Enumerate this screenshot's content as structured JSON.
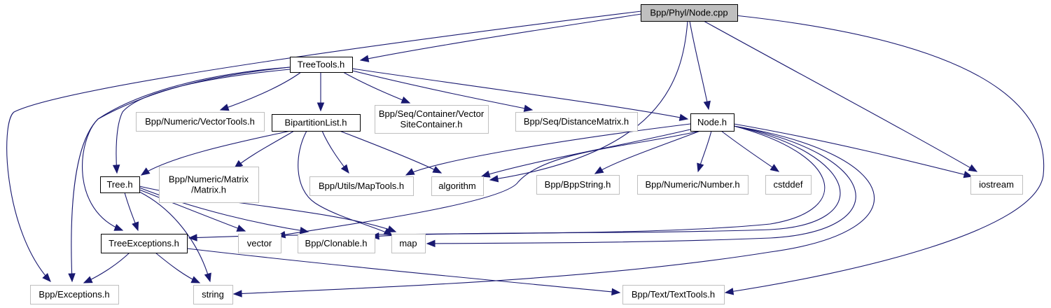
{
  "graph": {
    "title": "Bpp/Phyl/Node.cpp",
    "colors": {
      "edge": "#191970",
      "main_fill": "#bfbfbf",
      "project_border": "#000000",
      "external_border": "#bfbfbf"
    },
    "nodes": [
      {
        "id": "node_cpp",
        "kind": "main",
        "lines": [
          "Bpp/Phyl/Node.cpp"
        ]
      },
      {
        "id": "treetools",
        "kind": "project",
        "lines": [
          "TreeTools.h"
        ]
      },
      {
        "id": "vectortools",
        "kind": "external",
        "lines": [
          "Bpp/Numeric/VectorTools.h"
        ]
      },
      {
        "id": "bipartition",
        "kind": "project",
        "lines": [
          "BipartitionList.h"
        ]
      },
      {
        "id": "vsc",
        "kind": "external",
        "lines": [
          "Bpp/Seq/Container/Vector",
          "SiteContainer.h"
        ]
      },
      {
        "id": "distmatrix",
        "kind": "external",
        "lines": [
          "Bpp/Seq/DistanceMatrix.h"
        ]
      },
      {
        "id": "node_h",
        "kind": "project",
        "lines": [
          "Node.h"
        ]
      },
      {
        "id": "tree_h",
        "kind": "project",
        "lines": [
          "Tree.h"
        ]
      },
      {
        "id": "matrix",
        "kind": "external",
        "lines": [
          "Bpp/Numeric/Matrix",
          "/Matrix.h"
        ]
      },
      {
        "id": "maptools",
        "kind": "external",
        "lines": [
          "Bpp/Utils/MapTools.h"
        ]
      },
      {
        "id": "algorithm",
        "kind": "external",
        "lines": [
          "algorithm"
        ]
      },
      {
        "id": "bppstring",
        "kind": "external",
        "lines": [
          "Bpp/BppString.h"
        ]
      },
      {
        "id": "number",
        "kind": "external",
        "lines": [
          "Bpp/Numeric/Number.h"
        ]
      },
      {
        "id": "cstddef",
        "kind": "external",
        "lines": [
          "cstddef"
        ]
      },
      {
        "id": "iostream",
        "kind": "external",
        "lines": [
          "iostream"
        ]
      },
      {
        "id": "treeexc",
        "kind": "project",
        "lines": [
          "TreeExceptions.h"
        ]
      },
      {
        "id": "vector",
        "kind": "external",
        "lines": [
          "vector"
        ]
      },
      {
        "id": "clonable",
        "kind": "external",
        "lines": [
          "Bpp/Clonable.h"
        ]
      },
      {
        "id": "map",
        "kind": "external",
        "lines": [
          "map"
        ]
      },
      {
        "id": "exceptions",
        "kind": "external",
        "lines": [
          "Bpp/Exceptions.h"
        ]
      },
      {
        "id": "string",
        "kind": "external",
        "lines": [
          "string"
        ]
      },
      {
        "id": "texttools",
        "kind": "external",
        "lines": [
          "Bpp/Text/TextTools.h"
        ]
      }
    ],
    "edges": [
      {
        "from": "node_cpp",
        "to": "treetools"
      },
      {
        "from": "node_cpp",
        "to": "exceptions"
      },
      {
        "from": "node_cpp",
        "to": "node_h"
      },
      {
        "from": "node_cpp",
        "to": "algorithm"
      },
      {
        "from": "node_cpp",
        "to": "iostream"
      },
      {
        "from": "node_cpp",
        "to": "texttools"
      },
      {
        "from": "treetools",
        "to": "vectortools"
      },
      {
        "from": "treetools",
        "to": "bipartition"
      },
      {
        "from": "treetools",
        "to": "vsc"
      },
      {
        "from": "treetools",
        "to": "distmatrix"
      },
      {
        "from": "treetools",
        "to": "node_h"
      },
      {
        "from": "treetools",
        "to": "tree_h"
      },
      {
        "from": "treetools",
        "to": "treeexc"
      },
      {
        "from": "treetools",
        "to": "exceptions"
      },
      {
        "from": "bipartition",
        "to": "tree_h"
      },
      {
        "from": "bipartition",
        "to": "matrix"
      },
      {
        "from": "bipartition",
        "to": "maptools"
      },
      {
        "from": "bipartition",
        "to": "algorithm"
      },
      {
        "from": "bipartition",
        "to": "map"
      },
      {
        "from": "node_h",
        "to": "maptools"
      },
      {
        "from": "node_h",
        "to": "algorithm"
      },
      {
        "from": "node_h",
        "to": "bppstring"
      },
      {
        "from": "node_h",
        "to": "number"
      },
      {
        "from": "node_h",
        "to": "cstddef"
      },
      {
        "from": "node_h",
        "to": "iostream"
      },
      {
        "from": "node_h",
        "to": "vector"
      },
      {
        "from": "node_h",
        "to": "treeexc"
      },
      {
        "from": "node_h",
        "to": "clonable"
      },
      {
        "from": "node_h",
        "to": "map"
      },
      {
        "from": "node_h",
        "to": "string"
      },
      {
        "from": "tree_h",
        "to": "treeexc"
      },
      {
        "from": "tree_h",
        "to": "vector"
      },
      {
        "from": "tree_h",
        "to": "clonable"
      },
      {
        "from": "tree_h",
        "to": "map"
      },
      {
        "from": "tree_h",
        "to": "string"
      },
      {
        "from": "treeexc",
        "to": "exceptions"
      },
      {
        "from": "treeexc",
        "to": "string"
      },
      {
        "from": "treeexc",
        "to": "texttools"
      }
    ]
  }
}
